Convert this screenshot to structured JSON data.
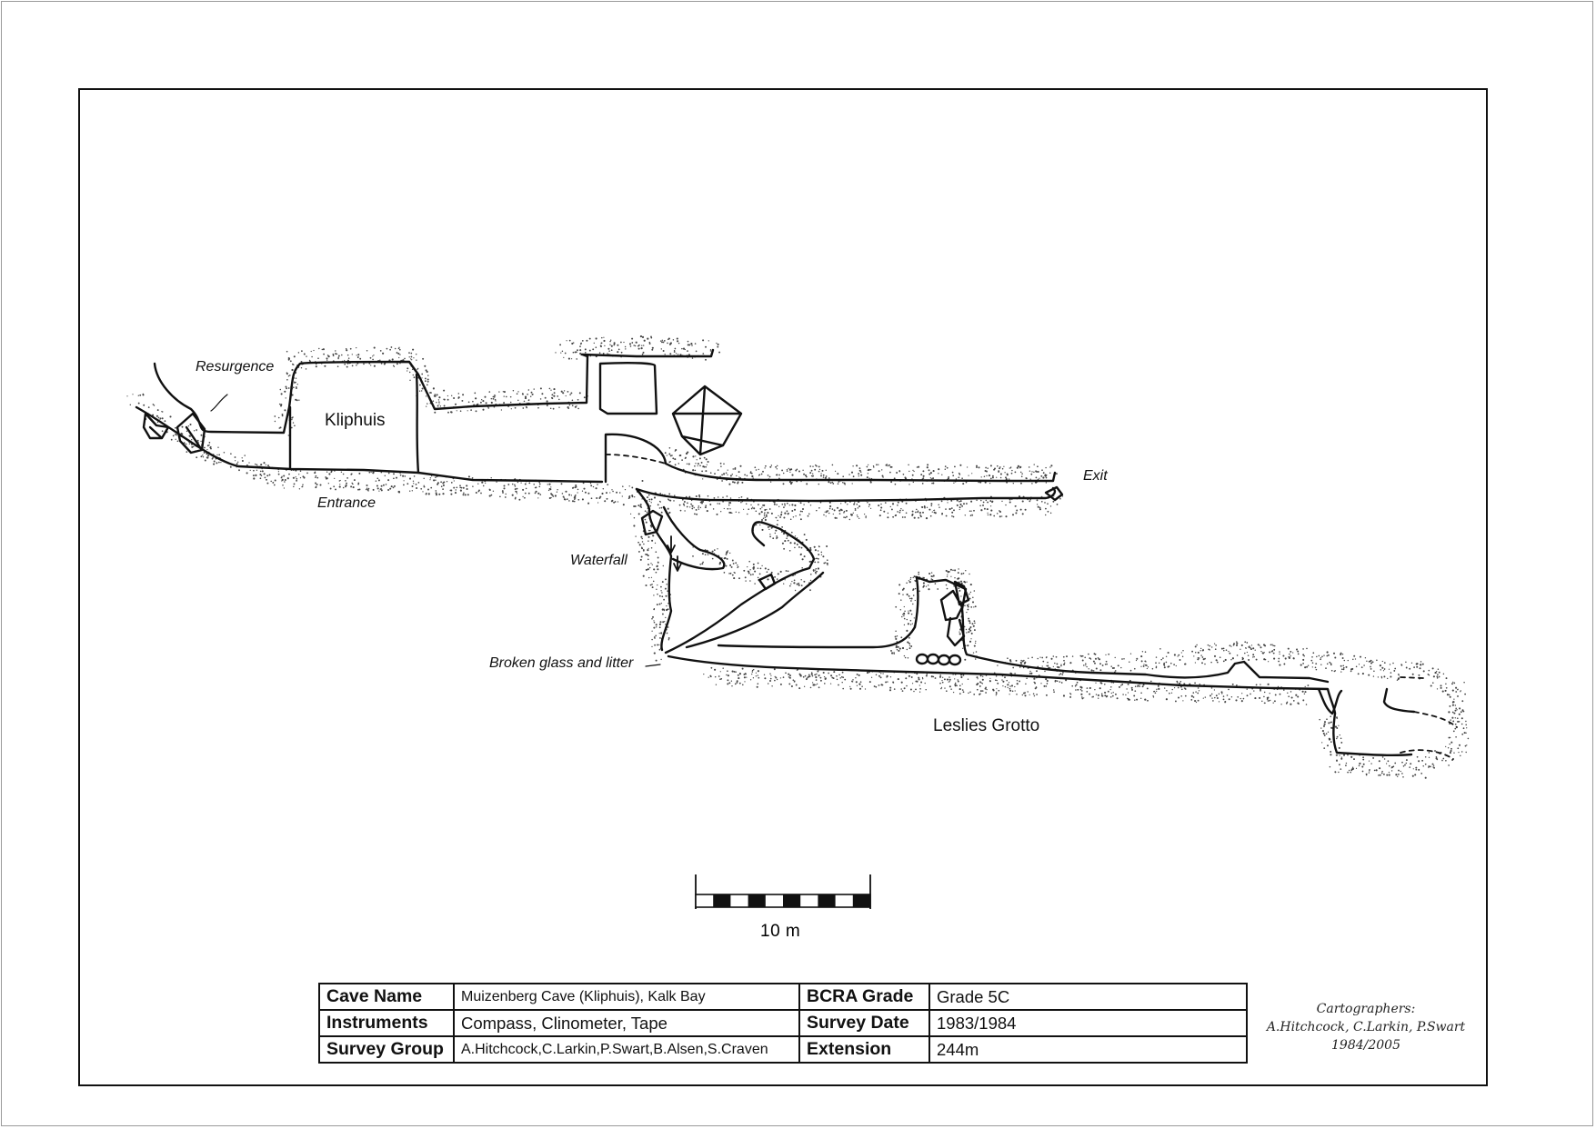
{
  "labels": {
    "resurgence": "Resurgence",
    "kliphuis": "Kliphuis",
    "entrance": "Entrance",
    "exit": "Exit",
    "waterfall": "Waterfall",
    "broken_glass": "Broken glass and litter",
    "leslies_grotto": "Leslies Grotto"
  },
  "scale_bar": {
    "label": "10 m",
    "segments": 10
  },
  "info_table": {
    "rows": [
      {
        "k1": "Cave Name",
        "v1": "Muizenberg Cave (Kliphuis), Kalk Bay",
        "k2": "BCRA Grade",
        "v2": "Grade 5C"
      },
      {
        "k1": "Instruments",
        "v1": "Compass, Clinometer, Tape",
        "k2": "Survey Date",
        "v2": "1983/1984"
      },
      {
        "k1": "Survey Group",
        "v1": "A.Hitchcock,C.Larkin,P.Swart,B.Alsen,S.Craven",
        "k2": "Extension",
        "v2": "244m"
      }
    ]
  },
  "cartographers": {
    "title": "Cartographers:",
    "names": "A.Hitchcock, C.Larkin, P.Swart",
    "years": "1984/2005"
  },
  "colors": {
    "ink": "#111111",
    "stipple": "#444444",
    "page_border": "#9a9a9a"
  }
}
